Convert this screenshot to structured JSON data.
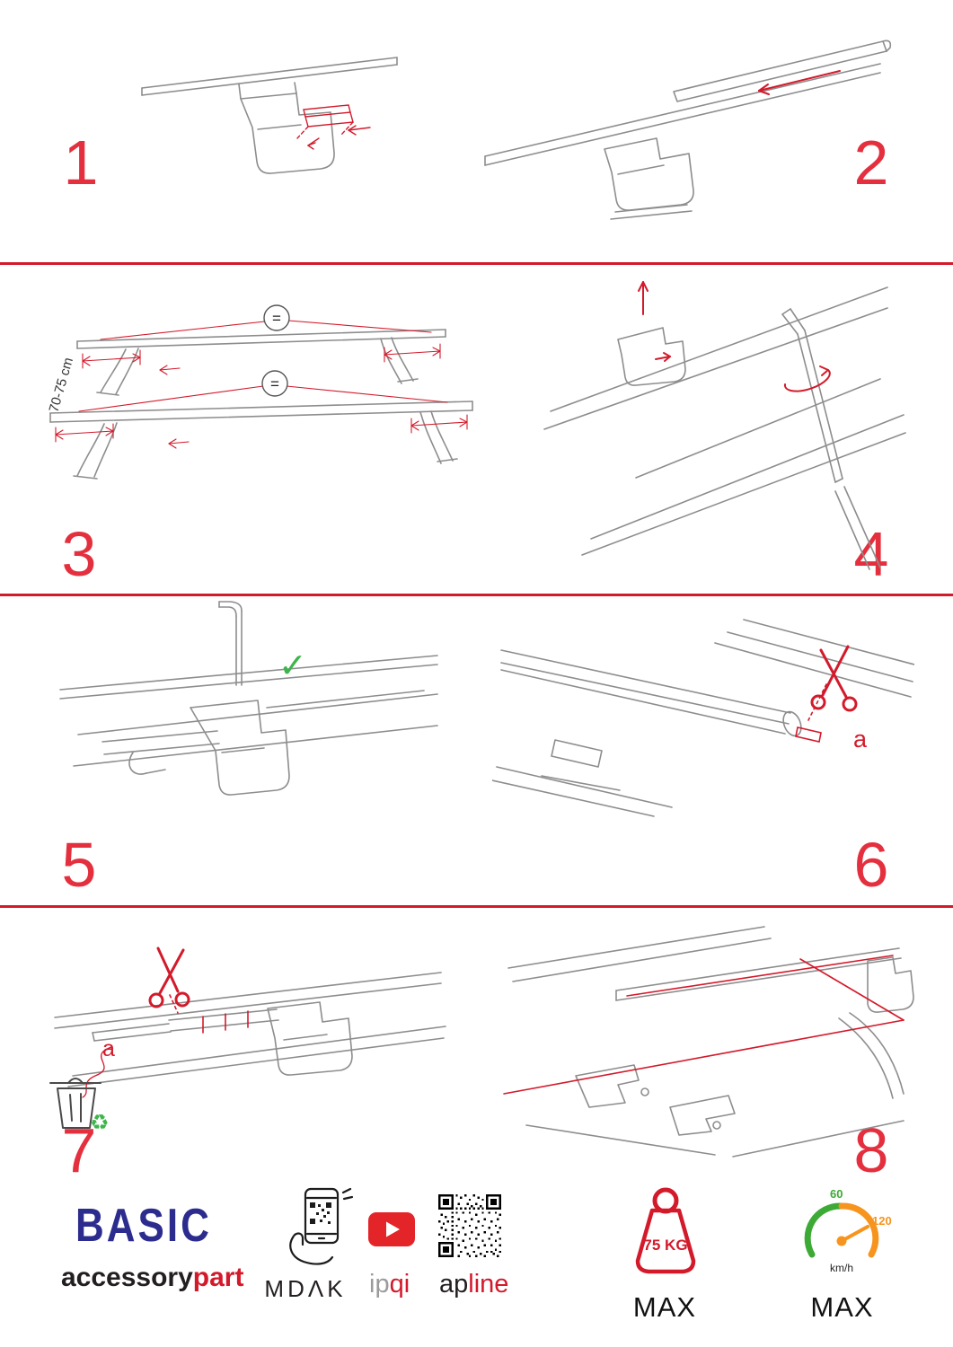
{
  "page": {
    "accent_red": "#d31a2b",
    "number_red": "#e4303e",
    "line_grey": "#8d8d8d",
    "green": "#3db54a",
    "orange": "#f7941d",
    "brand_blue": "#2c2c8e"
  },
  "steps": {
    "s1": {
      "number": "1"
    },
    "s2": {
      "number": "2"
    },
    "s3": {
      "number": "3",
      "equals": "=",
      "distance_label": "70-75 cm"
    },
    "s4": {
      "number": "4"
    },
    "s5": {
      "number": "5"
    },
    "s6": {
      "number": "6",
      "label_a": "a"
    },
    "s7": {
      "number": "7",
      "label_a": "a"
    },
    "s8": {
      "number": "8"
    }
  },
  "icons": {
    "check": "✓",
    "recycle": "♻"
  },
  "footer": {
    "basic": "BASIC",
    "accessory": "accessory",
    "part": "part",
    "mdak": "MDΛK",
    "ip": "ip",
    "qi": "qi",
    "ap": "ap",
    "line": "line",
    "weight_value": "75 KG",
    "weight_max": "MAX",
    "speed_60": "60",
    "speed_120": "120",
    "speed_unit": "km/h",
    "speed_max": "MAX"
  }
}
